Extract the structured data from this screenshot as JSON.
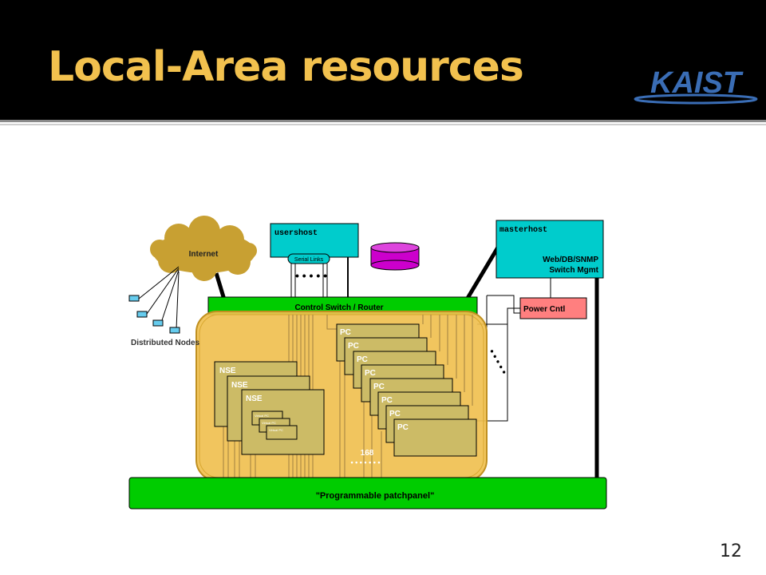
{
  "slide": {
    "title": "Local-Area resources",
    "logo_text": "KAIST",
    "page_number": "12"
  },
  "diagram": {
    "internet": "Internet",
    "distributed_nodes": "Distributed Nodes",
    "usershost": "usershost",
    "serial_links": "Serial Links",
    "masterhost": "masterhost",
    "masterhost_role_1": "Web/DB/SNMP",
    "masterhost_role_2": "Switch Mgmt",
    "control_switch": "Control Switch / Router",
    "power_cntl": "Power Cntl",
    "pc_label": "PC",
    "nse_label": "NSE",
    "virtual_pc_label": "Virtual PC",
    "count": "168",
    "patchpanel": "\"Programmable patchpanel\""
  },
  "colors": {
    "header_bg": "#000000",
    "title": "#f2c14e",
    "green": "#00cc00",
    "cyan": "#00cccc",
    "magenta": "#cc00cc",
    "salmon": "#ff7f7f",
    "enclosure": "#f0c050",
    "box": "#ccbb66",
    "cloud": "#c8a032",
    "logo": "#3a6db5"
  }
}
